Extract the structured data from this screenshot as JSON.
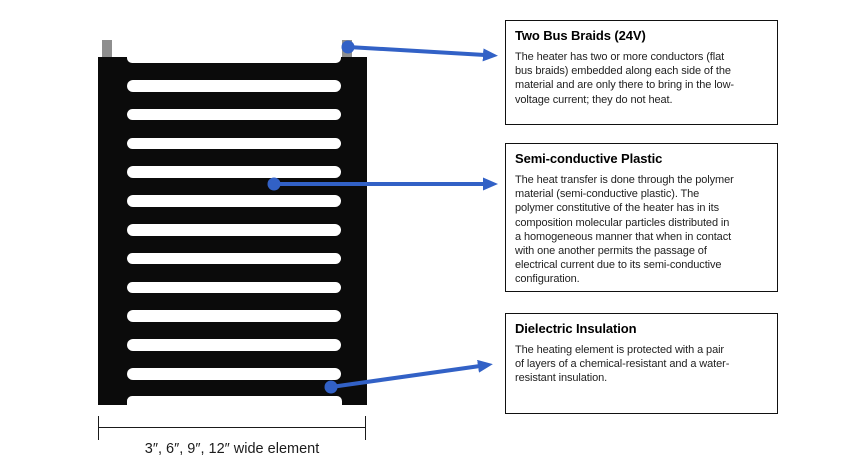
{
  "diagram": {
    "heater": {
      "slot_count": 11,
      "dimension_label": "3″, 6″, 9″, 12″ wide element"
    },
    "callouts": [
      {
        "title": "Two Bus Braids (24V)",
        "body_lines": [
          "The heater has two or more conductors (flat",
          "bus braids) embedded along each side of the",
          "material and are only there to bring in the low-",
          "voltage current; they do not heat."
        ]
      },
      {
        "title": "Semi-conductive Plastic",
        "body_lines": [
          "The heat transfer is done through the polymer",
          "material (semi-conductive plastic). The",
          "polymer constitutive of the heater has in its",
          "composition molecular particles distributed in",
          "a homogeneous manner that when in contact",
          "with one another permits the passage of",
          "electrical current due to its semi-conductive",
          "configuration."
        ]
      },
      {
        "title": "Dielectric Insulation",
        "body_lines": [
          "The heating element is protected with a pair",
          "of layers of a chemical-resistant and a water-",
          "resistant insulation."
        ]
      }
    ],
    "colors": {
      "arrow_blue": "#3261c6",
      "heater_black": "#0b0b0b",
      "tab_gray": "#8e8e8e"
    }
  }
}
